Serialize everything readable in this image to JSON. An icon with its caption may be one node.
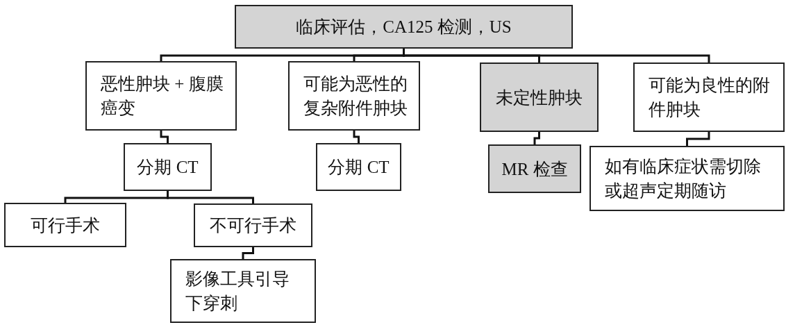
{
  "diagram": {
    "nodes": [
      {
        "text": [
          "临床评估，CA125 检测，US"
        ]
      },
      {
        "text": [
          "恶性肿块 + 腹膜癌变"
        ]
      },
      {
        "text": [
          "可能为恶性的复杂附件肿块"
        ]
      },
      {
        "text": [
          "未定性肿块"
        ]
      },
      {
        "text": [
          "可能为良性的附件肿块"
        ]
      },
      {
        "text": [
          "分期 CT"
        ]
      },
      {
        "text": [
          "分期 CT"
        ]
      },
      {
        "text": [
          "MR 检查"
        ]
      },
      {
        "text": [
          "如有临床症状需切除或超声定期随访"
        ]
      },
      {
        "text": [
          "可行手术"
        ]
      },
      {
        "text": [
          "不可行手术"
        ]
      },
      {
        "text": [
          "影像工具引导下穿刺"
        ]
      }
    ],
    "edges": [
      {
        "from": 0,
        "to": 1,
        "arrow": "none"
      },
      {
        "from": 0,
        "to": 2,
        "arrow": "none"
      },
      {
        "from": 0,
        "to": 3,
        "arrow": "none"
      },
      {
        "from": 0,
        "to": 4,
        "arrow": "none"
      },
      {
        "from": 1,
        "to": 5,
        "arrow": "none"
      },
      {
        "from": 2,
        "to": 6,
        "arrow": "none"
      },
      {
        "from": 3,
        "to": 7,
        "arrow": "none"
      },
      {
        "from": 4,
        "to": 8,
        "arrow": "none"
      },
      {
        "from": 5,
        "to": 9,
        "arrow": "none"
      },
      {
        "from": 5,
        "to": 10,
        "arrow": "none"
      },
      {
        "from": 10,
        "to": 11,
        "arrow": "none"
      }
    ]
  }
}
